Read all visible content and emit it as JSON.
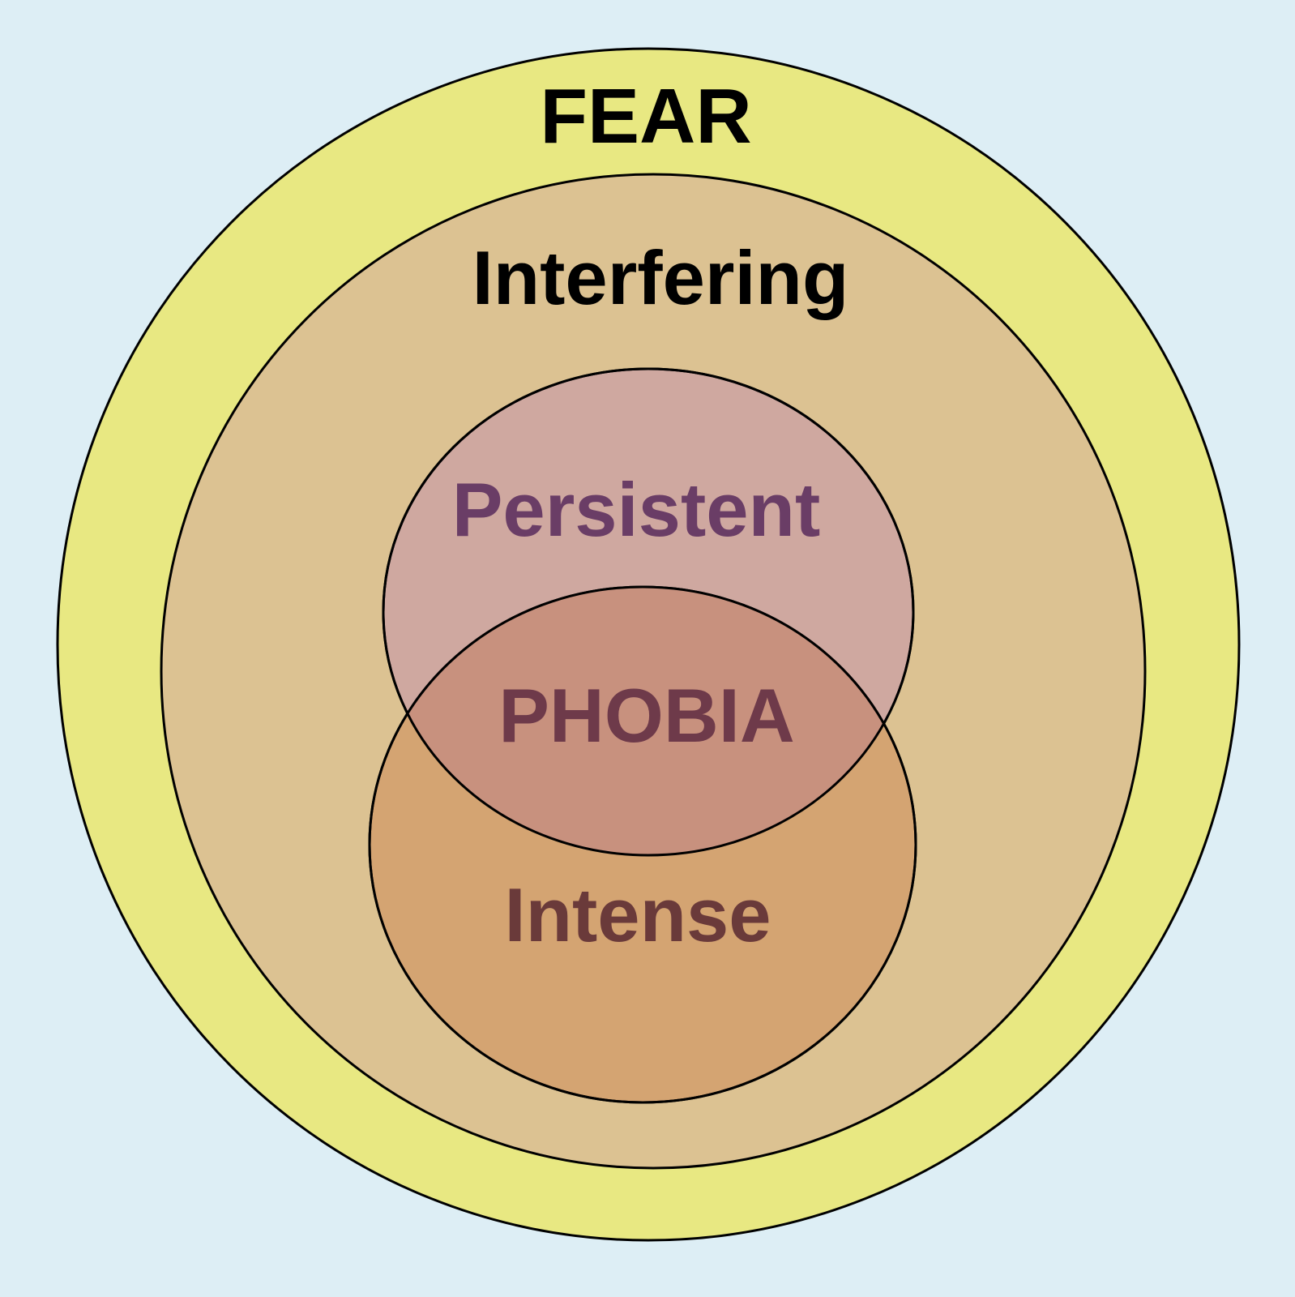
{
  "labels": {
    "fear": "FEAR",
    "interfering": "Interfering",
    "persistent": "Persistent",
    "phobia": "PHOBIA",
    "intense": "Intense"
  },
  "colors": {
    "background": "#ddeef5",
    "fear_fill": "#e8e882",
    "interfering_fill": "#dcc292",
    "persistent_fill": "#cfa8a0",
    "intense_fill": "#d4a472",
    "overlap_fill": "#c8917e",
    "outline": "#000000",
    "dark_text": "#000000",
    "persistent_text": "#6a3d66",
    "phobia_text": "#6e3a4a",
    "intense_text": "#6a3a3a"
  }
}
